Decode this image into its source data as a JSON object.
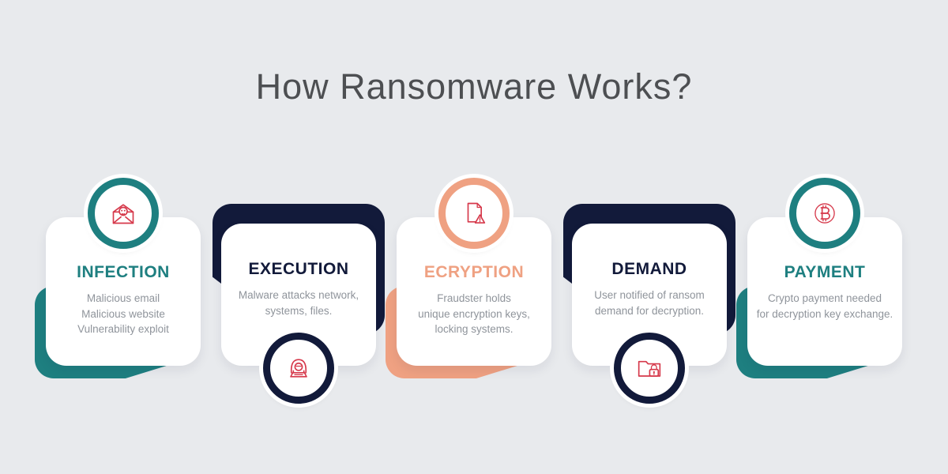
{
  "title": "How Ransomware Works?",
  "colors": {
    "background": "#e8eaed",
    "title_text": "#4d4f52",
    "body_text": "#8f949b",
    "card": "#ffffff",
    "teal": "#1e7f80",
    "navy": "#121a3a",
    "salmon": "#efa182",
    "icon_red": "#d6394b"
  },
  "steps": [
    {
      "label": "INFECTION",
      "description": "Malicious email\nMalicious website\nVulnerability exploit",
      "accent": "#1e7f80",
      "icon": "email-skull-icon",
      "icon_position": "top"
    },
    {
      "label": "EXECUTION",
      "description": "Malware attacks network,\nsystems, files.",
      "accent": "#121a3a",
      "icon": "hacker-icon",
      "icon_position": "bottom"
    },
    {
      "label": "ECRYPTION",
      "description": "Fraudster holds\nunique encryption keys,\nlocking systems.",
      "accent": "#efa182",
      "icon": "document-warning-icon",
      "icon_position": "top"
    },
    {
      "label": "DEMAND",
      "description": "User notified of ransom\ndemand for decryption.",
      "accent": "#121a3a",
      "icon": "folder-lock-icon",
      "icon_position": "bottom"
    },
    {
      "label": "PAYMENT",
      "description": "Crypto payment needed\nfor decryption key exchange.",
      "accent": "#1e7f80",
      "icon": "bitcoin-icon",
      "icon_position": "top"
    }
  ]
}
